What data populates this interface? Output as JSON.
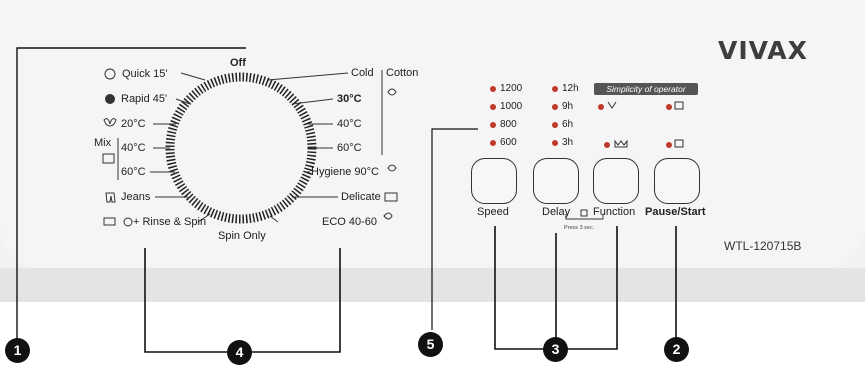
{
  "brand": "VIVAX",
  "model": "WTL-120715B",
  "dial": {
    "top": "Off",
    "bottom": "Spin Only",
    "left": [
      "Quick 15'",
      "Rapid 45'",
      "20°C",
      "40°C",
      "60°C",
      "Jeans",
      "+ Rinse & Spin"
    ],
    "mix": "Mix",
    "right": [
      "Cold",
      "30°C",
      "40°C",
      "60°C",
      "Hygiene 90°C",
      "Delicate",
      "ECO 40-60"
    ],
    "cotton": "Cotton"
  },
  "speed_options": [
    "1200",
    "1000",
    "800",
    "600"
  ],
  "delay_options": [
    "12h",
    "9h",
    "6h",
    "3h"
  ],
  "simplicity": "Simplicity of operator",
  "buttons": [
    "Speed",
    "Delay",
    "Function",
    "Pause/Start"
  ],
  "press_note": "Press 3 sec.",
  "callouts": [
    "1",
    "2",
    "3",
    "4",
    "5"
  ],
  "colors": {
    "led": "#c0392b",
    "panel": "#f2f2f2",
    "callout": "#111111"
  }
}
